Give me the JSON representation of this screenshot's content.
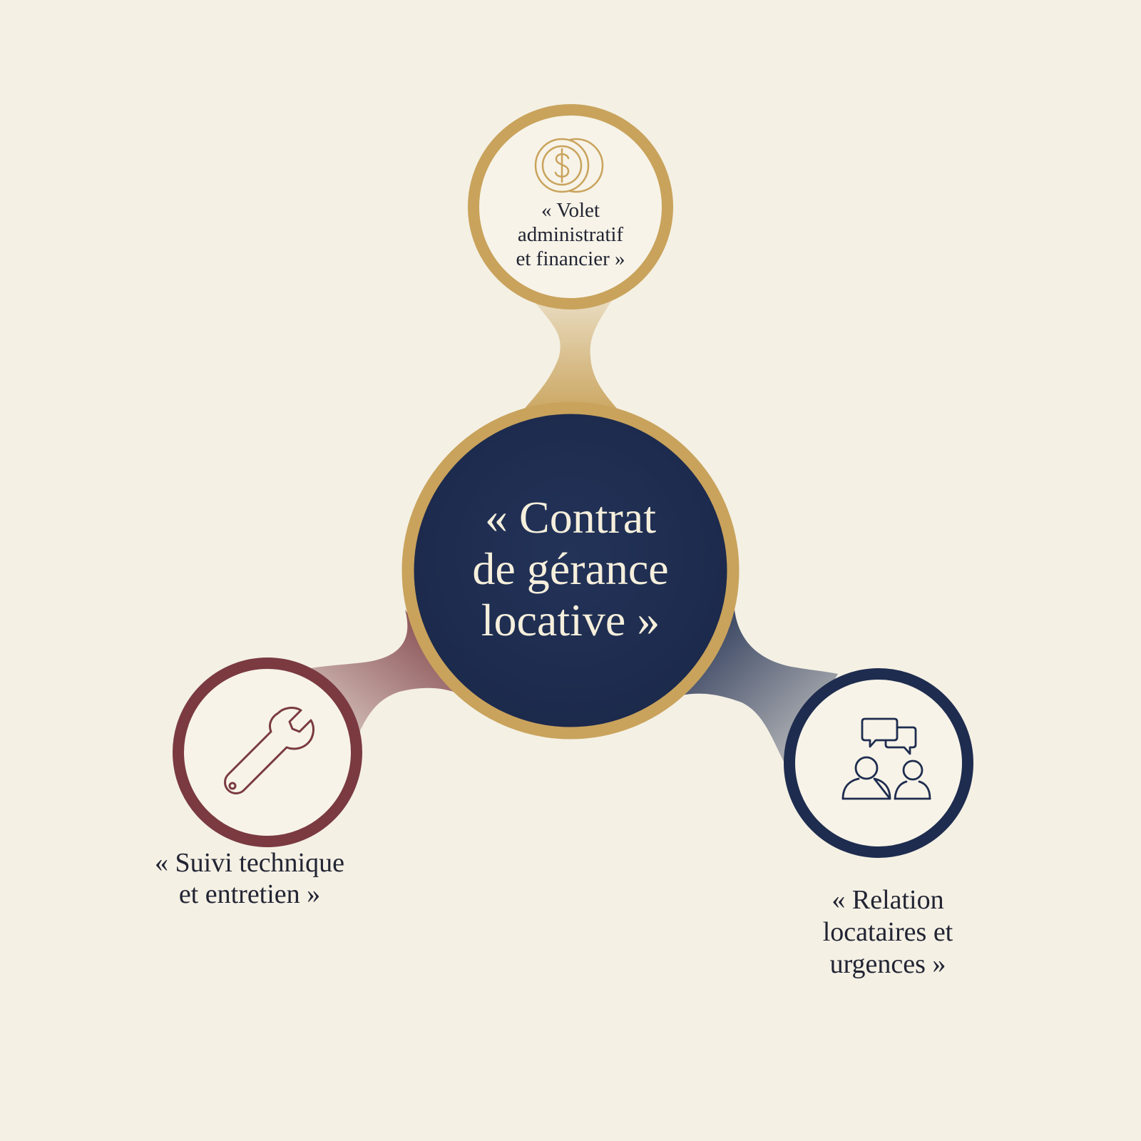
{
  "diagram": {
    "center": {
      "label": "« Contrat\nde gérance\nlocative »"
    },
    "nodes": [
      {
        "id": "top",
        "label": "« Volet\nadministratif\net financier »",
        "icon": "dollar-coins-icon",
        "color": "#c9a35c"
      },
      {
        "id": "left",
        "label": "« Suivi technique\net entretien »",
        "icon": "wrench-icon",
        "color": "#7a3a40"
      },
      {
        "id": "right",
        "label": "« Relation\nlocataires et\nurgences »",
        "icon": "people-chat-icon",
        "color": "#1e2c4f"
      }
    ],
    "colors": {
      "background": "#f4f0e4",
      "center_fill": "#1e2c4f",
      "gold": "#c9a35c",
      "burgundy": "#7a3a40",
      "navy": "#1e2c4f"
    }
  }
}
